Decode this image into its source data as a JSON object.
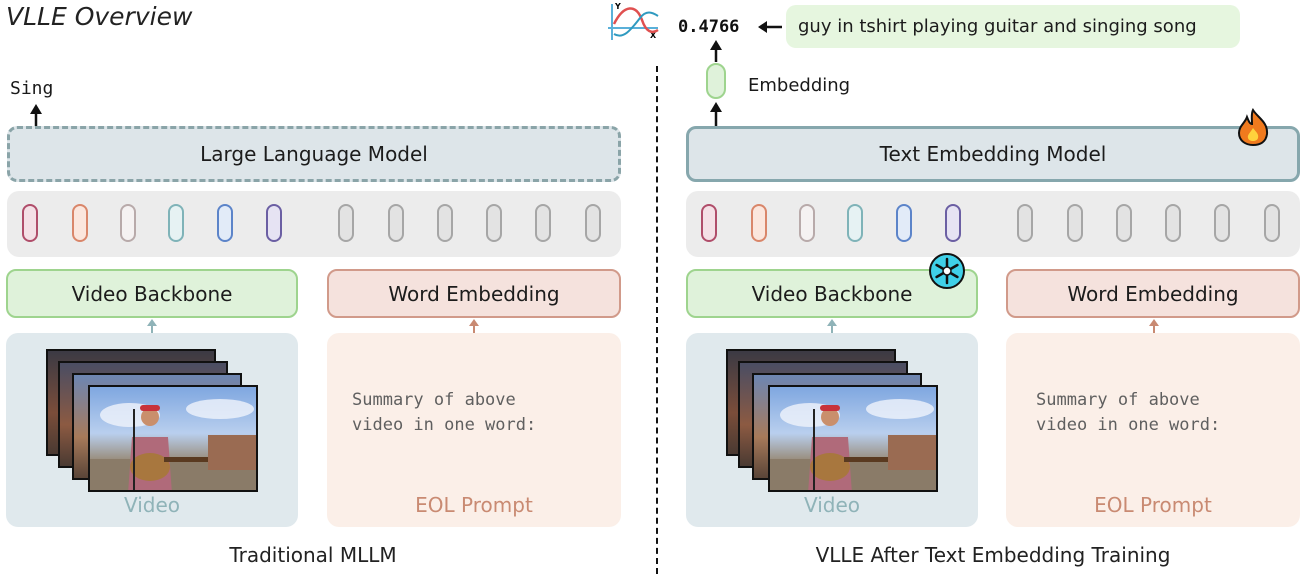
{
  "title": "VLLE Overview",
  "left": {
    "output_word": "Sing",
    "model_label": "Large Language Model",
    "video_backbone": "Video Backbone",
    "word_embedding": "Word Embedding",
    "video_label": "Video",
    "prompt_text": "Summary of above\nvideo in one word:",
    "prompt_label": "EOL Prompt",
    "caption": "Traditional MLLM"
  },
  "right": {
    "score": "0.4766",
    "query_text": "guy in tshirt playing guitar and singing song",
    "embedding_label": "Embedding",
    "model_label": "Text Embedding Model",
    "video_backbone": "Video Backbone",
    "word_embedding": "Word Embedding",
    "video_label": "Video",
    "prompt_text": "Summary of above\nvideo in one word:",
    "prompt_label": "EOL Prompt",
    "caption": "VLLE After Text Embedding Training",
    "trainable_icon": "fire-icon",
    "frozen_icon": "snowflake-icon",
    "similarity_icon": "similarity-plot-icon"
  },
  "colors": {
    "video_tokens": [
      "#b04d6a",
      "#d9866a",
      "#b8aaaa",
      "#7fb3b8",
      "#5c84c9",
      "#6b5fa3"
    ],
    "text_tokens": "#a6a6a6",
    "video_label_color": "#8fb3b8",
    "prompt_label_color": "#c98a72"
  }
}
